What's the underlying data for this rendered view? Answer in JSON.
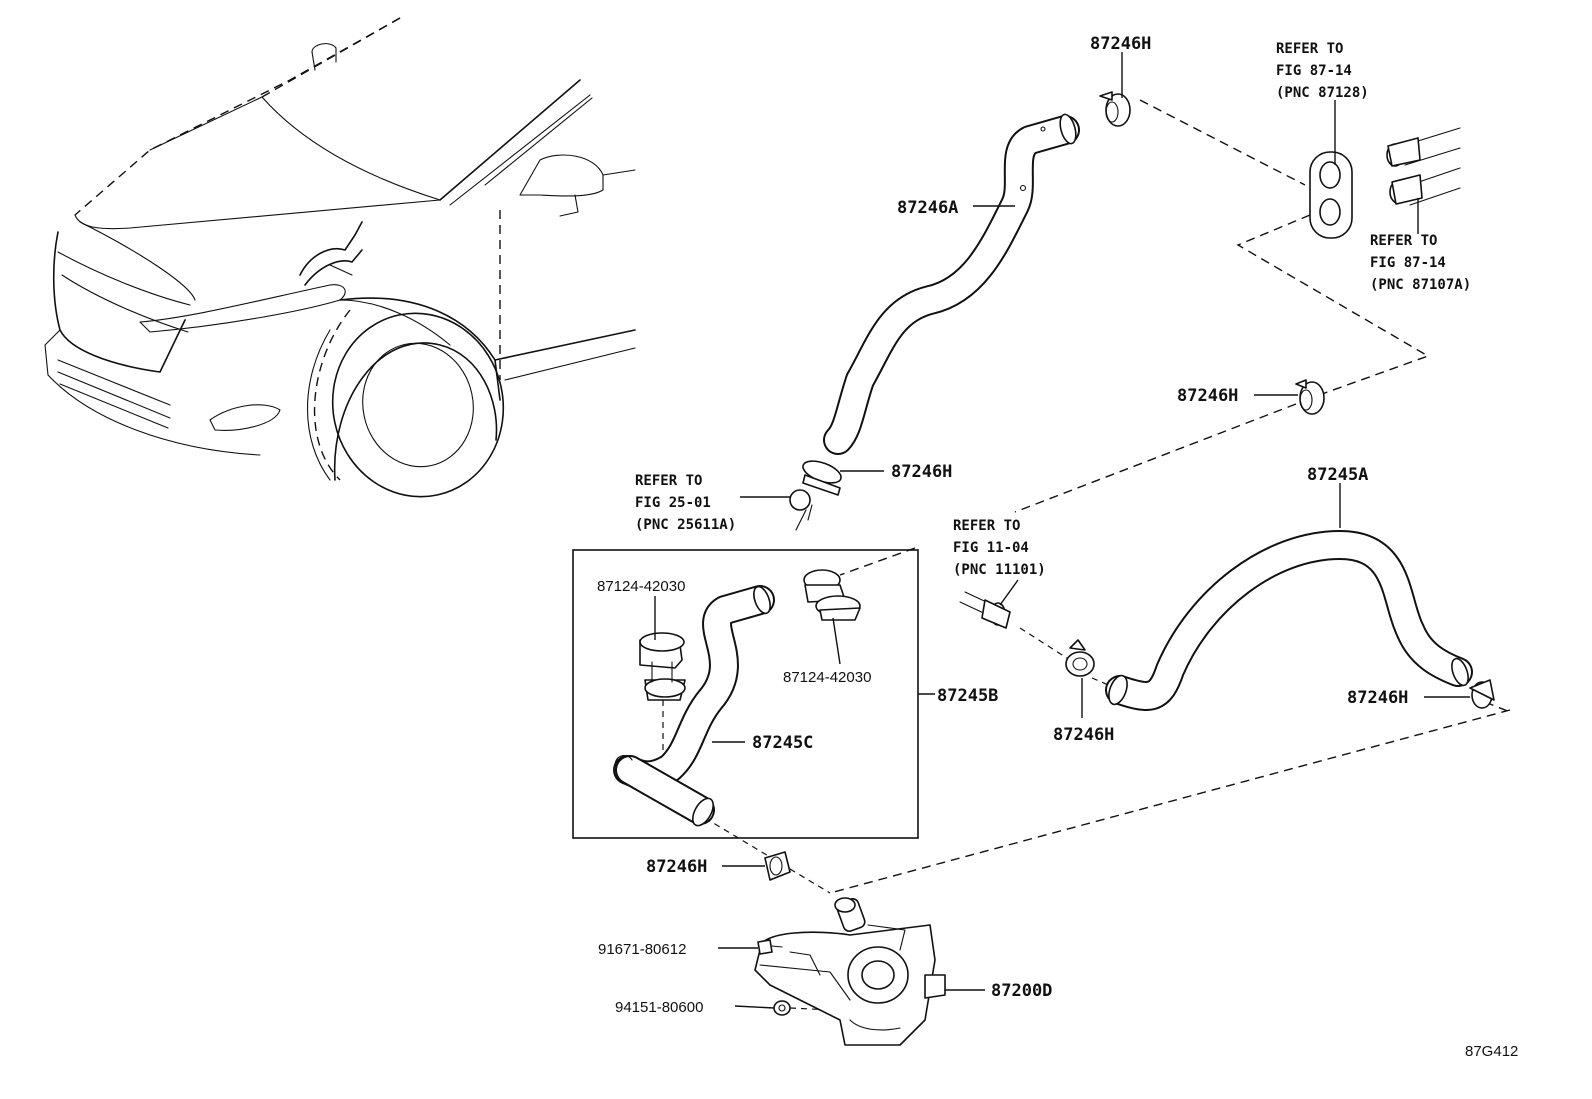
{
  "labels": {
    "clip_top": "87246H",
    "hose_a": "87246A",
    "clip_mid_right": "87246H",
    "clip_under_hose_a": "87246H",
    "hose_245a": "87245A",
    "clamp_upper_left": "87124-42030",
    "clamp_upper_right": "87124-42030",
    "hose_245b": "87245B",
    "hose_245c": "87245C",
    "clip_inlet": "87246H",
    "clip_right_end": "87246H",
    "clip_lower_left": "87246H",
    "bolt": "91671-80612",
    "nut": "94151-80600",
    "valve": "87200D"
  },
  "refs": {
    "fig_87_14_a": [
      "REFER TO",
      "FIG 87-14",
      "(PNC 87128)"
    ],
    "fig_87_14_b": [
      "REFER TO",
      "FIG 87-14",
      "(PNC 87107A)"
    ],
    "fig_25_01": [
      "REFER TO",
      "FIG 25-01",
      "(PNC 25611A)"
    ],
    "fig_11_04": [
      "REFER TO",
      "FIG 11-04",
      "(PNC 11101)"
    ]
  },
  "figure_code": "87G412"
}
